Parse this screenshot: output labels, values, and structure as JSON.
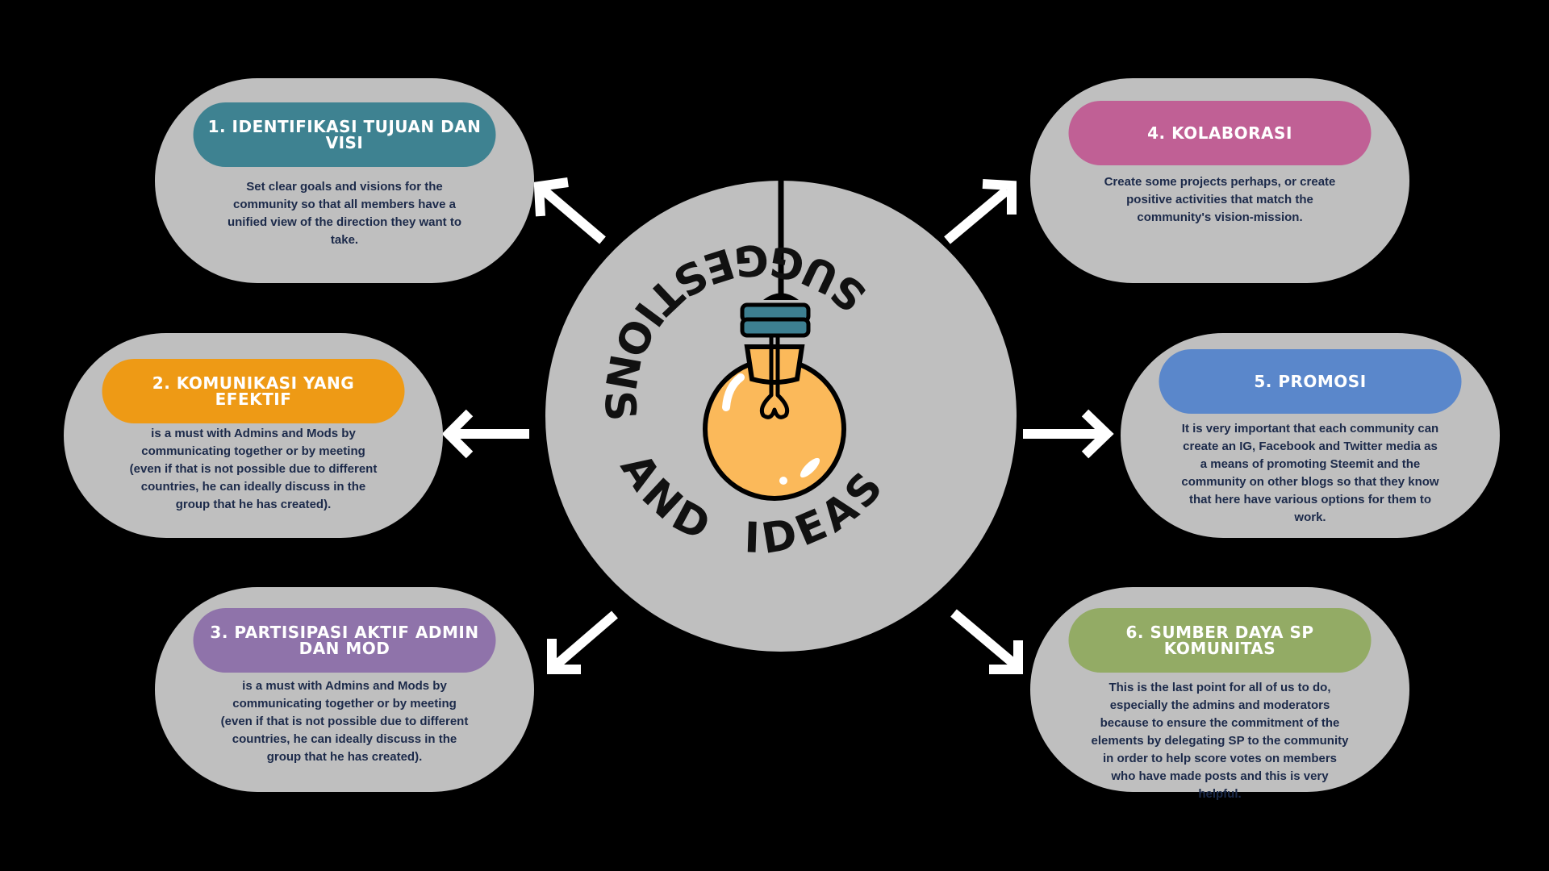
{
  "center": {
    "title_part1": "SUGGESTIONS",
    "title_part2": "AND",
    "title_part3": "IDEAS"
  },
  "colors": {
    "background": "#000000",
    "card": "#bfbfbf",
    "center_disc": "#bfbfbf",
    "text_dark": "#1c2a4a",
    "arrow": "#ffffff",
    "bulb": "#fbb95a",
    "socket": "#3d7f91"
  },
  "items": [
    {
      "title": "1. IDENTIFIKASI TUJUAN DAN VISI",
      "color": "#3e8291",
      "description": "Set clear goals and visions for the community so that all members have a unified view of the direction they want to take."
    },
    {
      "title": "2. KOMUNIKASI YANG EFEKTIF",
      "color": "#ee9a15",
      "description": "is a must with Admins and Mods by communicating together or by meeting (even if that is not possible due to different countries, he can ideally discuss in the group that he has created)."
    },
    {
      "title": "3. PARTISIPASI AKTIF ADMIN DAN MOD",
      "color": "#8f73aa",
      "description": "is a must with Admins and Mods by communicating together or by meeting (even if that is not possible due to different countries, he can ideally discuss in the group that he has created)."
    },
    {
      "title": "4. KOLABORASI",
      "color": "#c06095",
      "description": "Create some projects perhaps, or create positive activities that match the community's vision-mission."
    },
    {
      "title": "5. PROMOSI",
      "color": "#5a87cb",
      "description": "It is very important that each community can create an IG, Facebook and Twitter media as a means of promoting Steemit and the community on other blogs so that they know that here have various options for them to work."
    },
    {
      "title": "6. SUMBER DAYA SP KOMUNITAS",
      "color": "#93ab65",
      "description": "This is the last point for all of us to do, especially the admins and moderators because to ensure the commitment of the elements by delegating SP to the community in order to help score votes on members who have made posts and this is very helpful."
    }
  ]
}
